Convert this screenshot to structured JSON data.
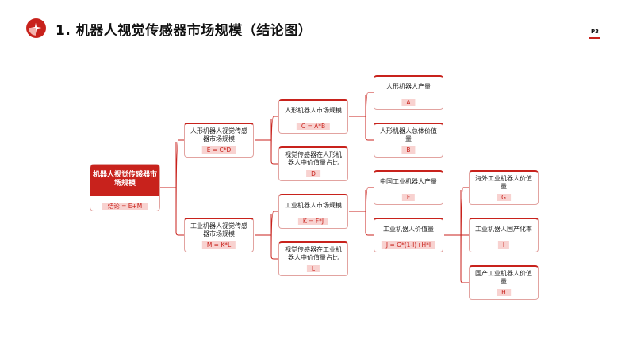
{
  "header": {
    "title": "1.  机器人视觉传感器市场规模（结论图）",
    "page": "P3"
  },
  "colors": {
    "accent": "#c8221c",
    "tag_bg": "#f8d2d0"
  },
  "root": {
    "label": "机器人视觉传感器市场规模",
    "formula": "结论 = E+M"
  },
  "nodes": {
    "E": {
      "label": "人形机器人视觉传感器市场规模",
      "formula": "E = C*D"
    },
    "M": {
      "label": "工业机器人视觉传感器市场规模",
      "formula": "M = K*L"
    },
    "C": {
      "label": "人形机器人市场规模",
      "formula": "C = A*B"
    },
    "D": {
      "label": "视觉传感器在人形机器人中价值量占比",
      "formula": "D"
    },
    "K": {
      "label": "工业机器人市场规模",
      "formula": "K = F*J"
    },
    "L": {
      "label": "视觉传感器在工业机器人中价值量占比",
      "formula": "L"
    },
    "A": {
      "label": "人形机器人产量",
      "formula": "A"
    },
    "B": {
      "label": "人形机器人总体价值量",
      "formula": "B"
    },
    "F": {
      "label": "中国工业机器人产量",
      "formula": "F"
    },
    "J": {
      "label": "工业机器人价值量",
      "formula": "J = G*(1-I)+H*I"
    },
    "G": {
      "label": "海外工业机器人价值量",
      "formula": "G"
    },
    "I": {
      "label": "工业机器人国产化率",
      "formula": "I"
    },
    "H": {
      "label": "国产工业机器人价值量",
      "formula": "H"
    }
  }
}
